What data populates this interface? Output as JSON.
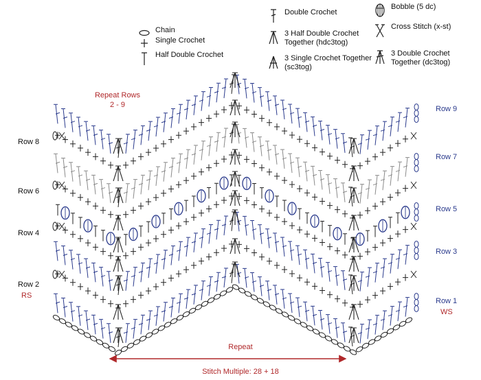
{
  "legend": {
    "chain": "Chain",
    "single_crochet": "Single Crochet",
    "half_double_crochet": "Half Double Crochet",
    "double_crochet": "Double Crochet",
    "hdc3tog": "3 Half Double Crochet Together (hdc3tog)",
    "sc3tog": "3 Single Crochet Together (sc3tog)",
    "bobble": "Bobble (5 dc)",
    "cross_stitch": "Cross Stitch (x-st)",
    "dc3tog": "3 Double Crochet Together (dc3tog)"
  },
  "row_labels_left": [
    "Row 8",
    "Row 6",
    "Row 4",
    "Row 2"
  ],
  "row_labels_right": [
    "Row 9",
    "Row 7",
    "Row 5",
    "Row 3",
    "Row 1"
  ],
  "rs_label": "RS",
  "ws_label": "WS",
  "repeat_rows": {
    "line1": "Repeat Rows",
    "line2": "2 - 9"
  },
  "repeat_label": "Repeat",
  "stitch_multiple": "Stitch Multiple: 28 + 18",
  "colors": {
    "ink": "#2a3a8c",
    "grey": "#8a8a8a",
    "red": "#b0282a",
    "dark": "#222222"
  }
}
